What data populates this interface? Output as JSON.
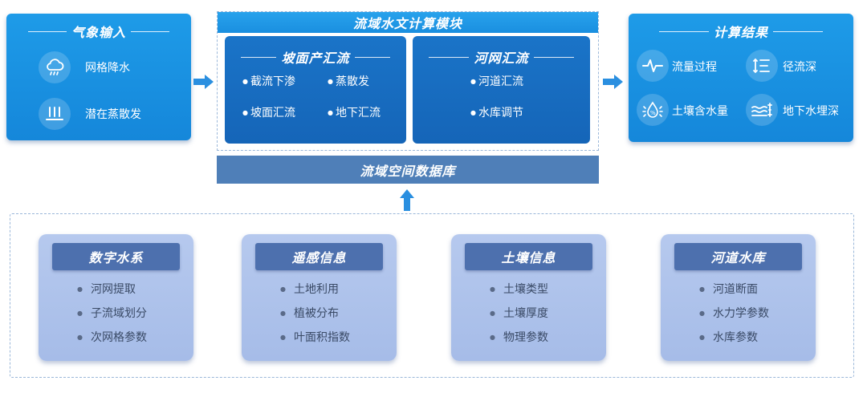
{
  "meteo": {
    "title": "气象输入",
    "items": [
      {
        "label": "网格降水",
        "icon": "rain-cloud-icon"
      },
      {
        "label": "潜在蒸散发",
        "icon": "evaporation-icon"
      }
    ]
  },
  "module": {
    "title": "流域水文计算模块",
    "slope": {
      "title": "坡面产汇流",
      "items": [
        "截流下渗",
        "蒸散发",
        "坡面汇流",
        "地下汇流"
      ]
    },
    "river": {
      "title": "河网汇流",
      "items": [
        "河道汇流",
        "水库调节"
      ]
    },
    "database": "流域空间数据库"
  },
  "results": {
    "title": "计算结果",
    "items": [
      {
        "label": "流量过程",
        "icon": "pulse-icon"
      },
      {
        "label": "径流深",
        "icon": "runoff-depth-icon"
      },
      {
        "label": "土壤含水量",
        "icon": "soil-moisture-icon"
      },
      {
        "label": "地下水埋深",
        "icon": "groundwater-icon"
      }
    ]
  },
  "sources": [
    {
      "title": "数字水系",
      "items": [
        "河网提取",
        "子流域划分",
        "次网格参数"
      ]
    },
    {
      "title": "遥感信息",
      "items": [
        "土地利用",
        "植被分布",
        "叶面积指数"
      ]
    },
    {
      "title": "土壤信息",
      "items": [
        "土壤类型",
        "土壤厚度",
        "物理参数"
      ]
    },
    {
      "title": "河道水库",
      "items": [
        "河道断面",
        "水力学参数",
        "水库参数"
      ]
    }
  ],
  "colors": {
    "panel_blue": "#1a8fe0",
    "sub_panel": "#1565b8",
    "database_bar": "#4f7fb8",
    "card_bg": "#aec2eb",
    "card_title": "#4d70ae",
    "arrow": "#2a8fe0"
  }
}
